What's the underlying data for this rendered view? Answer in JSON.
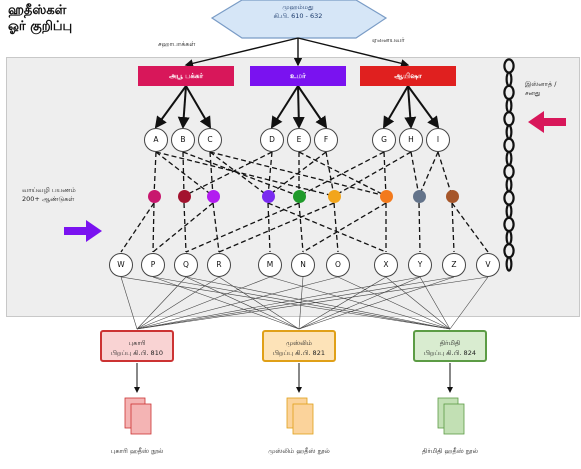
{
  "title": {
    "line1": "ஹதீஸ்கள்",
    "line2": "ஓர் குறிப்பு"
  },
  "top": {
    "line1": "முஹம்மது",
    "line2": "கி.பி. 610 - 632"
  },
  "labels": {
    "companions": "சஹாபாக்கள்",
    "other": "ஏனையவர்",
    "oral": "வாய்வழி பயணம்",
    "years": "200+ ஆண்டுகள்",
    "chain": "இஸ்னாத் / சனது"
  },
  "boxes": [
    {
      "label": "அபூ பக்கர்",
      "color": "#d8175a"
    },
    {
      "label": "உமர்",
      "color": "#7a12f0"
    },
    {
      "label": "ஆயிஷா",
      "color": "#e0201f"
    }
  ],
  "nodes_top": [
    "A",
    "B",
    "C",
    "D",
    "E",
    "F",
    "G",
    "H",
    "I"
  ],
  "nodes_bottom": [
    "W",
    "P",
    "Q",
    "R",
    "M",
    "N",
    "O",
    "X",
    "Y",
    "Z",
    "V"
  ],
  "dot_colors": [
    "#c8176e",
    "#a3132f",
    "#b21cf0",
    "#7a2bf0",
    "#1f9a2a",
    "#f2a51c",
    "#f37a1c",
    "#63738a",
    "#a6562a"
  ],
  "collectors": [
    {
      "name": "புகாரி",
      "date": "பிறப்பு கி.பி. 810",
      "book": "புகாரி ஹதீஸ் நூல்",
      "fill": "#f9d3d3",
      "border": "#cc3333",
      "book_color": "#f4b4b4"
    },
    {
      "name": "முஸ்லிம்",
      "date": "பிறப்பு கி.பி. 821",
      "book": "முஸ்லிம் ஹதீஸ் நூல்",
      "fill": "#fde3b8",
      "border": "#e0a018",
      "book_color": "#fbd39b"
    },
    {
      "name": "திர்மிதி",
      "date": "பிறப்பு கி.பி. 824",
      "book": "திர்மிதி ஹதீஸ் நூல்",
      "fill": "#d9ecd0",
      "border": "#5c9c45",
      "book_color": "#c2e0b4"
    }
  ]
}
